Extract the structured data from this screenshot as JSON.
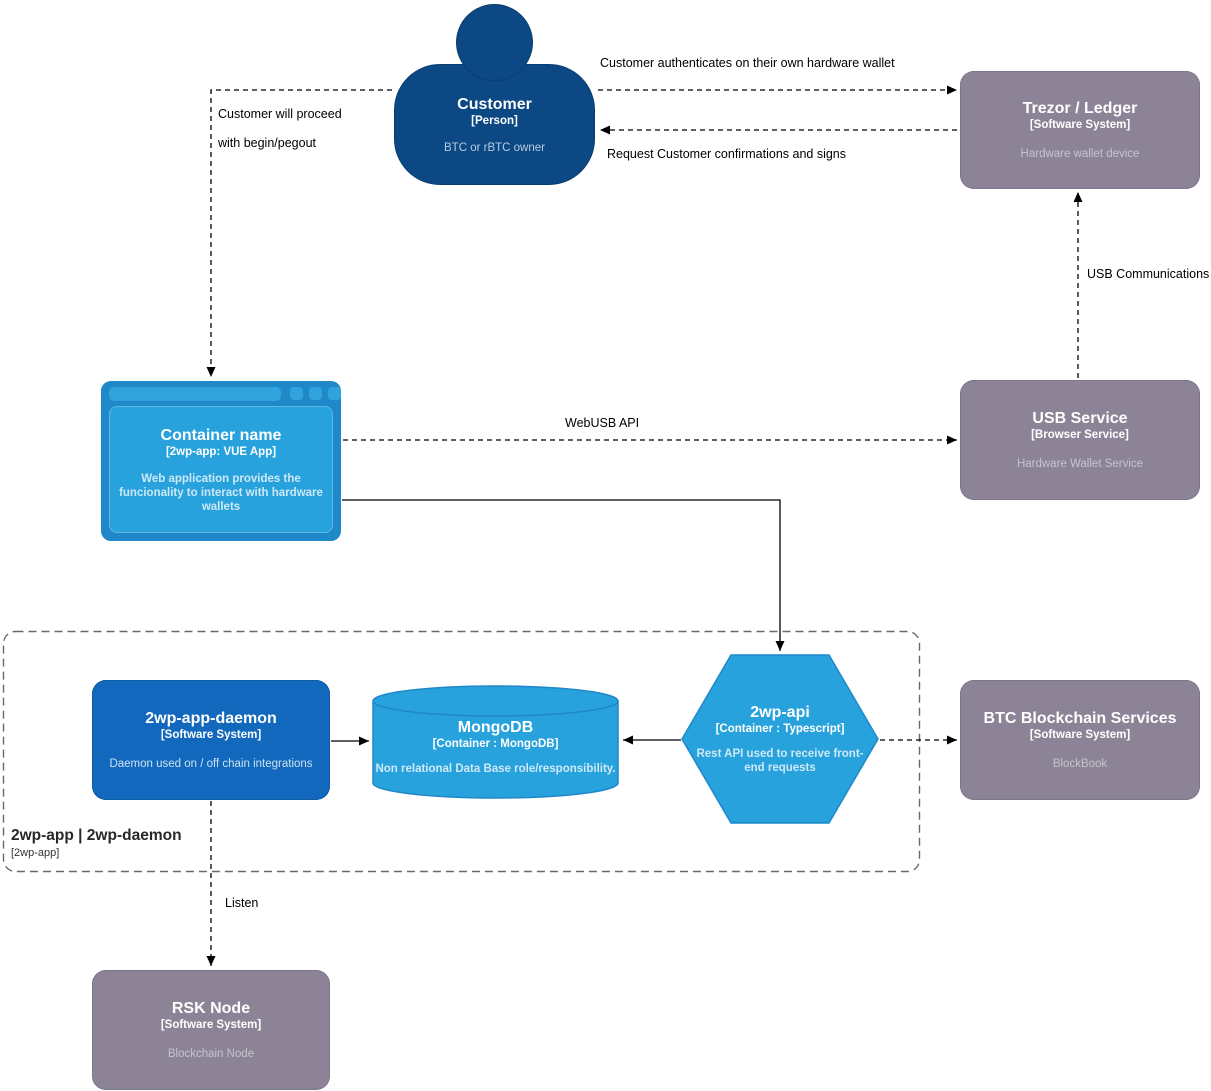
{
  "diagram": {
    "nodes": {
      "customer": {
        "title": "Customer",
        "subtitle": "[Person]",
        "description": "BTC or rBTC owner"
      },
      "trezor": {
        "title": "Trezor / Ledger",
        "subtitle": "[Software System]",
        "description": "Hardware wallet device"
      },
      "container": {
        "title": "Container name",
        "subtitle": "[2wp-app: VUE App]",
        "description": "Web application provides the funcionality to interact with hardware wallets"
      },
      "usb_service": {
        "title": "USB Service",
        "subtitle": "[Browser Service]",
        "description": "Hardware Wallet Service"
      },
      "daemon": {
        "title": "2wp-app-daemon",
        "subtitle": "[Software System]",
        "description": "Daemon used on / off chain integrations"
      },
      "mongodb": {
        "title": "MongoDB",
        "subtitle": "[Container : MongoDB]",
        "description": "Non relational Data Base role/responsibility."
      },
      "api": {
        "title": "2wp-api",
        "subtitle": "[Container : Typescript]",
        "description": "Rest API used to receive front-end requests"
      },
      "btc": {
        "title": "BTC Blockchain Services",
        "subtitle": "[Software System]",
        "description": "BlockBook"
      },
      "rsk": {
        "title": "RSK Node",
        "subtitle": "[Software System]",
        "description": "Blockchain Node"
      }
    },
    "boundary": {
      "title": "2wp-app | 2wp-daemon",
      "subtitle": "[2wp-app]"
    },
    "edges": {
      "auth": "Customer authenticates on their own hardware wallet",
      "confirm": "Request Customer confirmations and signs",
      "proceed_line1": "Customer will proceed",
      "proceed_line2": "with begin/pegout",
      "usb_comm": "USB Communications",
      "webusb": "WebUSB API",
      "listen": "Listen"
    },
    "colors": {
      "person": "#0B4884",
      "system_blue": "#1168BD",
      "container_blue": "#28A2DC",
      "container_frame": "#1E88C9",
      "external_gray": "#8C8496",
      "edge_line": "#000000",
      "boundary_line": "#666666"
    }
  }
}
